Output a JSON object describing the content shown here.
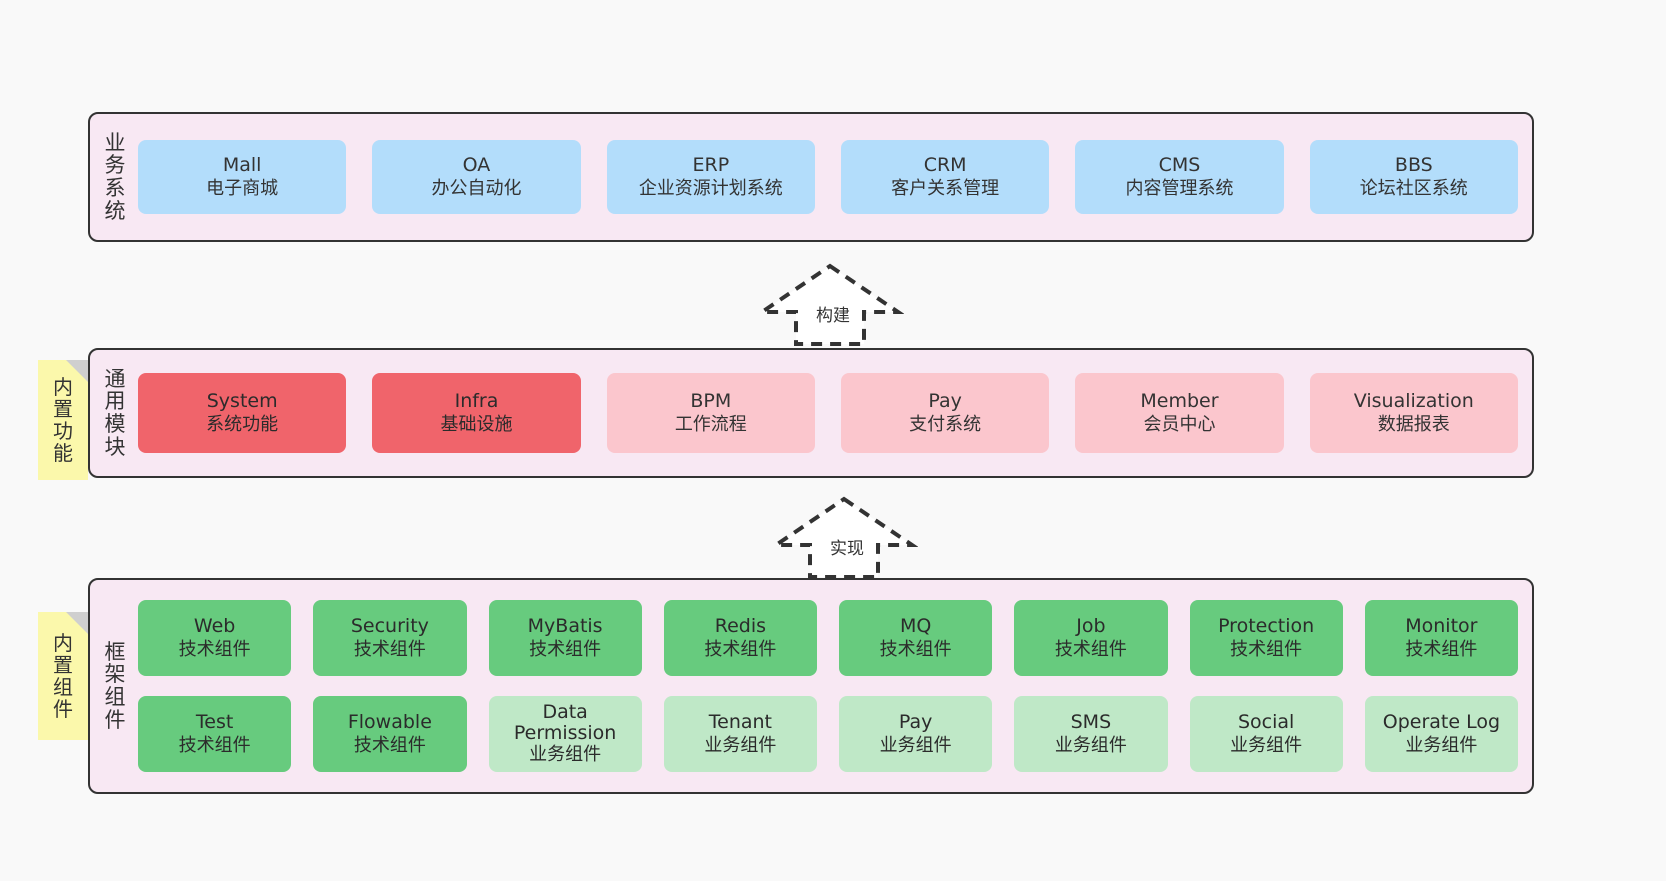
{
  "diagram": {
    "background_color": "#f9f9f9",
    "band_color": "#f8e8f3",
    "border_color": "#333333",
    "note_color": "#fbf8ab"
  },
  "layers": [
    {
      "id": "business-system",
      "title": "业务系统",
      "rows": [
        {
          "cards": [
            {
              "name": "Mall",
              "sub": "电子商城",
              "style": "blue"
            },
            {
              "name": "OA",
              "sub": "办公自动化",
              "style": "blue"
            },
            {
              "name": "ERP",
              "sub": "企业资源计划系统",
              "style": "blue"
            },
            {
              "name": "CRM",
              "sub": "客户关系管理",
              "style": "blue"
            },
            {
              "name": "CMS",
              "sub": "内容管理系统",
              "style": "blue"
            },
            {
              "name": "BBS",
              "sub": "论坛社区系统",
              "style": "blue"
            }
          ]
        }
      ]
    },
    {
      "id": "common-module",
      "title": "通用模块",
      "note": "内置功能",
      "rows": [
        {
          "cards": [
            {
              "name": "System",
              "sub": "系统功能",
              "style": "red"
            },
            {
              "name": "Infra",
              "sub": "基础设施",
              "style": "red"
            },
            {
              "name": "BPM",
              "sub": "工作流程",
              "style": "pink"
            },
            {
              "name": "Pay",
              "sub": "支付系统",
              "style": "pink"
            },
            {
              "name": "Member",
              "sub": "会员中心",
              "style": "pink"
            },
            {
              "name": "Visualization",
              "sub": "数据报表",
              "style": "pink"
            }
          ]
        }
      ]
    },
    {
      "id": "framework-component",
      "title": "框架组件",
      "note": "内置组件",
      "rows": [
        {
          "cards": [
            {
              "name": "Web",
              "sub": "技术组件",
              "style": "green"
            },
            {
              "name": "Security",
              "sub": "技术组件",
              "style": "green"
            },
            {
              "name": "MyBatis",
              "sub": "技术组件",
              "style": "green"
            },
            {
              "name": "Redis",
              "sub": "技术组件",
              "style": "green"
            },
            {
              "name": "MQ",
              "sub": "技术组件",
              "style": "green"
            },
            {
              "name": "Job",
              "sub": "技术组件",
              "style": "green"
            },
            {
              "name": "Protection",
              "sub": "技术组件",
              "style": "green"
            },
            {
              "name": "Monitor",
              "sub": "技术组件",
              "style": "green"
            }
          ]
        },
        {
          "cards": [
            {
              "name": "Test",
              "sub": "技术组件",
              "style": "green"
            },
            {
              "name": "Flowable",
              "sub": "技术组件",
              "style": "green"
            },
            {
              "name": "Data Permission",
              "sub": "业务组件",
              "style": "green-light"
            },
            {
              "name": "Tenant",
              "sub": "业务组件",
              "style": "green-light"
            },
            {
              "name": "Pay",
              "sub": "业务组件",
              "style": "green-light"
            },
            {
              "name": "SMS",
              "sub": "业务组件",
              "style": "green-light"
            },
            {
              "name": "Social",
              "sub": "业务组件",
              "style": "green-light"
            },
            {
              "name": "Operate Log",
              "sub": "业务组件",
              "style": "green-light"
            }
          ]
        }
      ]
    }
  ],
  "connectors": [
    {
      "id": "build",
      "label": "构建"
    },
    {
      "id": "implement",
      "label": "实现"
    }
  ]
}
